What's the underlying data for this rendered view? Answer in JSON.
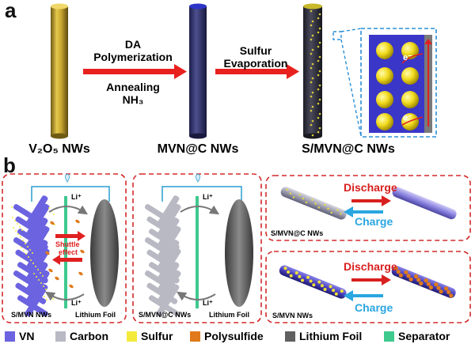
{
  "panel_a": {
    "letter": "a",
    "step1_line1": "DA",
    "step1_line2": "Polymerization",
    "step1_line3": "Annealing",
    "step1_line4": "NH₃",
    "step2_line1": "Sulfur",
    "step2_line2": "Evaporation",
    "label_v2o5": "V₂O₅ NWs",
    "label_mvn": "MVN@C NWs",
    "label_smvn": "S/MVN@C NWs",
    "inset_e1": "e⁻",
    "inset_e2": "e⁻"
  },
  "panel_b": {
    "letter": "b",
    "cell1_left": "S/MVN NWs",
    "cell1_right": "Lithium Foil",
    "shuttle_line1": "Shuttle",
    "shuttle_line2": "effect",
    "li_top": "Li⁺",
    "li_bottom": "Li⁺",
    "cell2_left": "S/MVN@C NWs",
    "cell2_right": "Lithium Foil",
    "li2_top": "Li⁺",
    "li2_bottom": "Li⁺",
    "box3_label": "S/MVN@C NWs",
    "box3_discharge": "Discharge",
    "box3_charge": "Charge",
    "box4_label": "S/MVN NWs",
    "box4_discharge": "Discharge",
    "box4_charge": "Charge"
  },
  "legend": [
    {
      "label": "VN",
      "color": "#6b63e0"
    },
    {
      "label": "Carbon",
      "color": "#b9b9c4"
    },
    {
      "label": "Sulfur",
      "color": "#f4ea3c"
    },
    {
      "label": "Polysulfide",
      "color": "#e07a1a"
    },
    {
      "label": "Lithium Foil",
      "color": "#606060"
    },
    {
      "label": "Separator",
      "color": "#3ec98f"
    }
  ],
  "colors": {
    "arrow_red": "#e8201e",
    "arrow_blue": "#2aa6e0",
    "dash_red": "#d42a2a",
    "discharge_red": "#d8201e"
  }
}
